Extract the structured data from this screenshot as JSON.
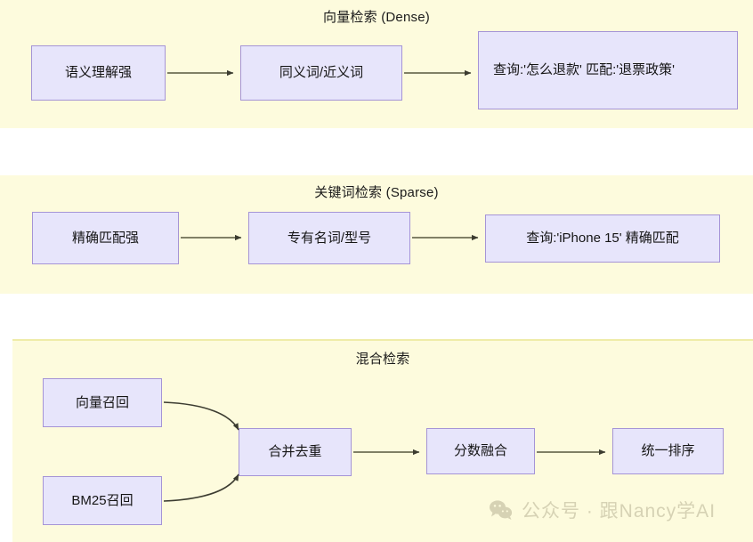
{
  "diagram": {
    "title_colors": {
      "panel_background": "#fdfbdd",
      "node_background": "#e7e5fb",
      "node_border": "#a594d6",
      "arrow": "#4a4a3a",
      "text": "#151515",
      "watermark": "#d6d2b4",
      "page_background": "#ffffff"
    },
    "sections": [
      {
        "id": "dense",
        "title": "向量检索 (Dense)",
        "nodes": [
          {
            "id": "dense-1",
            "label": "语义理解强"
          },
          {
            "id": "dense-2",
            "label": "同义词/近义词"
          },
          {
            "id": "dense-3",
            "label": "查询:'怎么退款' 匹配:'退票政策'"
          }
        ],
        "edges": [
          {
            "from": "dense-1",
            "to": "dense-2",
            "style": "straight"
          },
          {
            "from": "dense-2",
            "to": "dense-3",
            "style": "straight"
          }
        ]
      },
      {
        "id": "sparse",
        "title": "关键词检索 (Sparse)",
        "nodes": [
          {
            "id": "sparse-1",
            "label": "精确匹配强"
          },
          {
            "id": "sparse-2",
            "label": "专有名词/型号"
          },
          {
            "id": "sparse-3",
            "label": "查询:'iPhone 15' 精确匹配"
          }
        ],
        "edges": [
          {
            "from": "sparse-1",
            "to": "sparse-2",
            "style": "straight"
          },
          {
            "from": "sparse-2",
            "to": "sparse-3",
            "style": "straight"
          }
        ]
      },
      {
        "id": "hybrid",
        "title": "混合检索",
        "nodes": [
          {
            "id": "hy-vec",
            "label": "向量召回"
          },
          {
            "id": "hy-bm25",
            "label": "BM25召回"
          },
          {
            "id": "hy-merge",
            "label": "合并去重"
          },
          {
            "id": "hy-score",
            "label": "分数融合"
          },
          {
            "id": "hy-rank",
            "label": "统一排序"
          }
        ],
        "edges": [
          {
            "from": "hy-vec",
            "to": "hy-merge",
            "style": "curved"
          },
          {
            "from": "hy-bm25",
            "to": "hy-merge",
            "style": "curved"
          },
          {
            "from": "hy-merge",
            "to": "hy-score",
            "style": "straight"
          },
          {
            "from": "hy-score",
            "to": "hy-rank",
            "style": "straight"
          }
        ]
      }
    ]
  },
  "watermark": {
    "icon": "wechat-icon",
    "text": "公众号 · 跟Nancy学AI"
  }
}
